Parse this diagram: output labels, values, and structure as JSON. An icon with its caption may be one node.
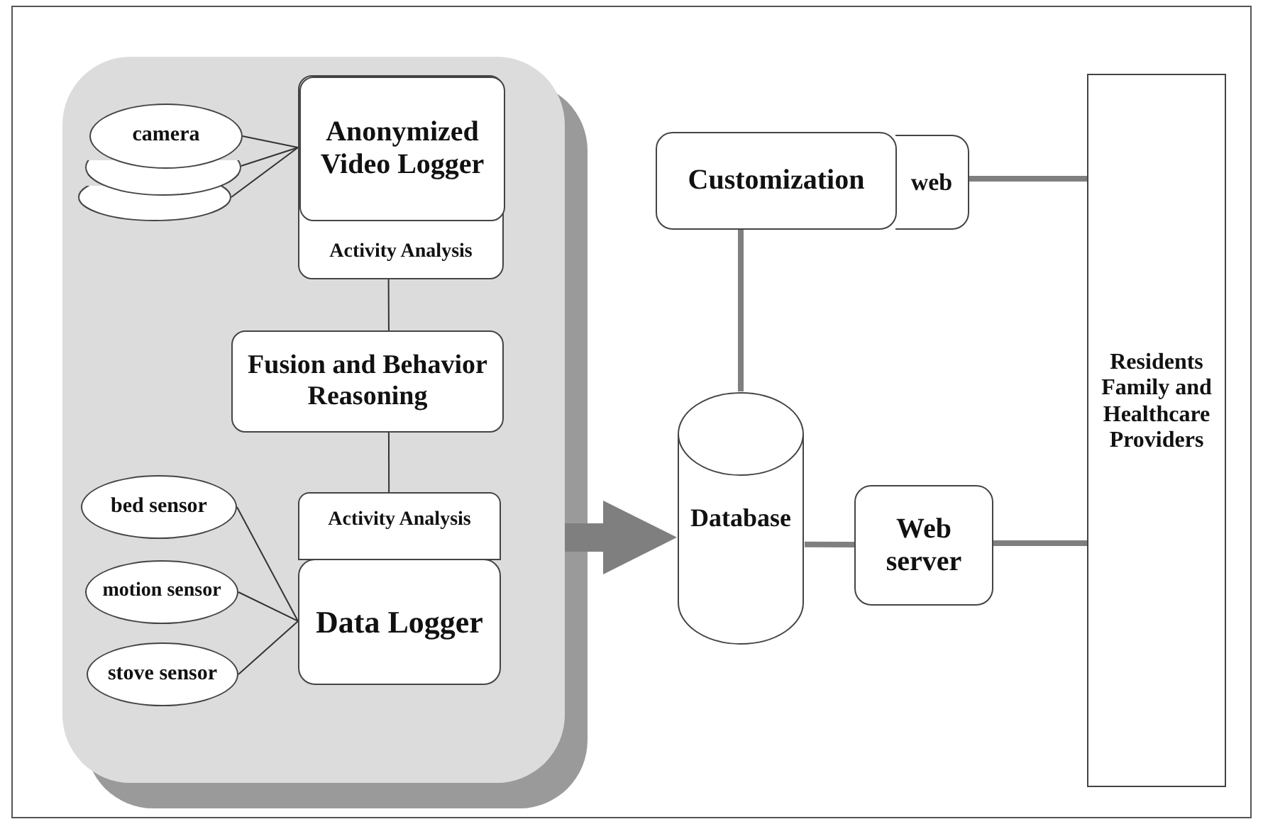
{
  "diagram": {
    "nodes": [
      {
        "text": [],
        "shape": "box"
      },
      {
        "text": [
          "camera"
        ],
        "in": 0
      },
      {
        "text": [],
        "shape": "ellipse",
        "in": 0
      },
      {
        "text": [],
        "shape": "ellipse",
        "in": 0
      },
      {
        "text": [
          "Activity Analysis"
        ],
        "in": 0
      },
      {
        "text": [
          "Anonymized Video Logger"
        ],
        "in": 4
      },
      {
        "text": [
          "Fusion and Behavior Reasoning"
        ],
        "in": 0
      },
      {
        "text": [
          "Activity Analysis"
        ],
        "in": 0
      },
      {
        "text": [
          "Data Logger"
        ],
        "in": 0
      },
      {
        "text": [
          "bed sensor"
        ],
        "in": 0
      },
      {
        "text": [
          "motion sensor"
        ],
        "in": 0
      },
      {
        "text": [
          "stove sensor"
        ],
        "in": 0
      },
      {
        "text": [
          "Customization"
        ]
      },
      {
        "text": [
          "web"
        ]
      },
      {
        "text": [
          "Database"
        ]
      },
      {
        "text": [
          "Web server"
        ]
      },
      {
        "text": [
          "Residents Family and Healthcare Providers"
        ]
      }
    ],
    "edges": [
      {
        "from": 1,
        "to": 5,
        "arrow": "none"
      },
      {
        "from": 2,
        "to": 5,
        "arrow": "none"
      },
      {
        "from": 3,
        "to": 5,
        "arrow": "none"
      },
      {
        "from": 4,
        "to": 6,
        "arrow": "none"
      },
      {
        "from": 6,
        "to": 7,
        "arrow": "none"
      },
      {
        "from": 9,
        "to": 8,
        "arrow": "none"
      },
      {
        "from": 10,
        "to": 8,
        "arrow": "none"
      },
      {
        "from": 11,
        "to": 8,
        "arrow": "none"
      },
      {
        "from": 0,
        "to": 14,
        "arrow": "to",
        "style": "thick",
        "color": "#7f7f7f"
      },
      {
        "from": 12,
        "to": 14,
        "arrow": "none",
        "style": "thick",
        "color": "#7f7f7f"
      },
      {
        "from": 13,
        "to": 16,
        "arrow": "none",
        "style": "thick",
        "color": "#7f7f7f"
      },
      {
        "from": 14,
        "to": 15,
        "arrow": "none",
        "style": "thick",
        "color": "#7f7f7f"
      },
      {
        "from": 15,
        "to": 16,
        "arrow": "none",
        "style": "thick",
        "color": "#7f7f7f"
      }
    ]
  }
}
